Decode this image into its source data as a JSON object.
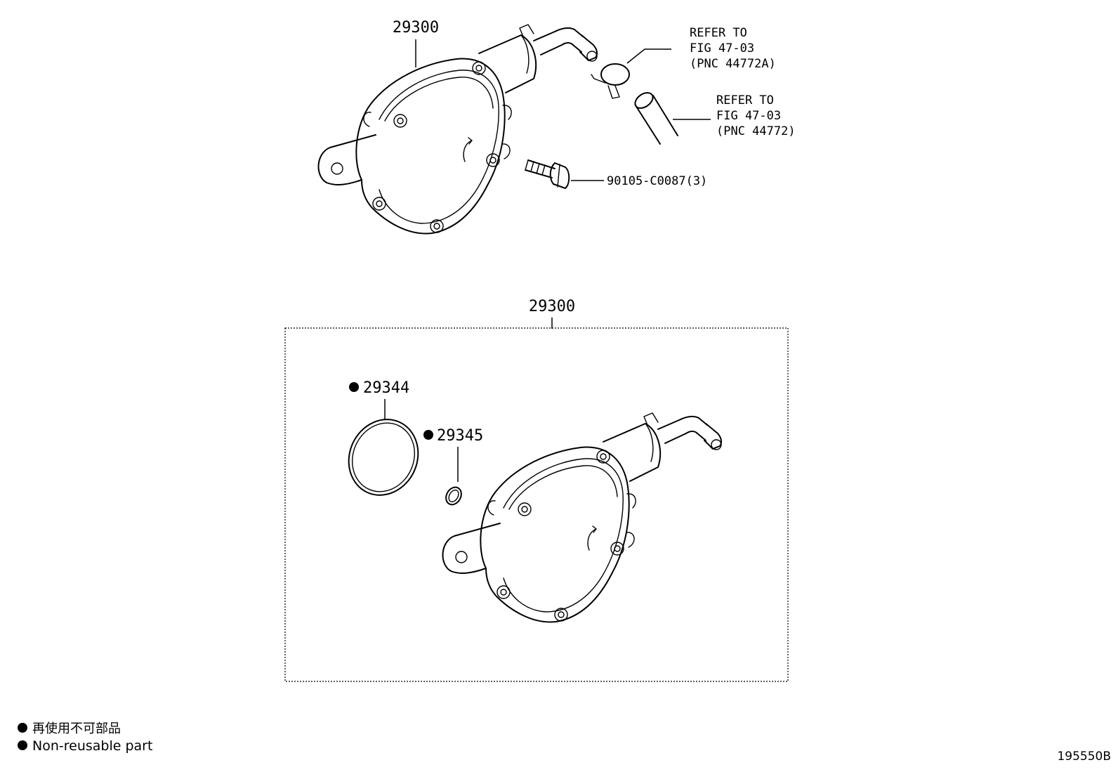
{
  "diagram": {
    "top_assembly": {
      "part_number": "29300",
      "bolt_label": "90105-C0087(3)",
      "refer_clamp": [
        "REFER TO",
        "FIG 47-03",
        "(PNC 44772A)"
      ],
      "refer_hose": [
        "REFER TO",
        "FIG 47-03",
        "(PNC 44772)"
      ]
    },
    "kit": {
      "part_number": "29300",
      "o_ring_large_label": "29344",
      "o_ring_small_label": "29345"
    },
    "legend": {
      "jp_label": "再使用不可部品",
      "en_label": "Non-reusable part"
    },
    "figure_code": "195550B"
  }
}
